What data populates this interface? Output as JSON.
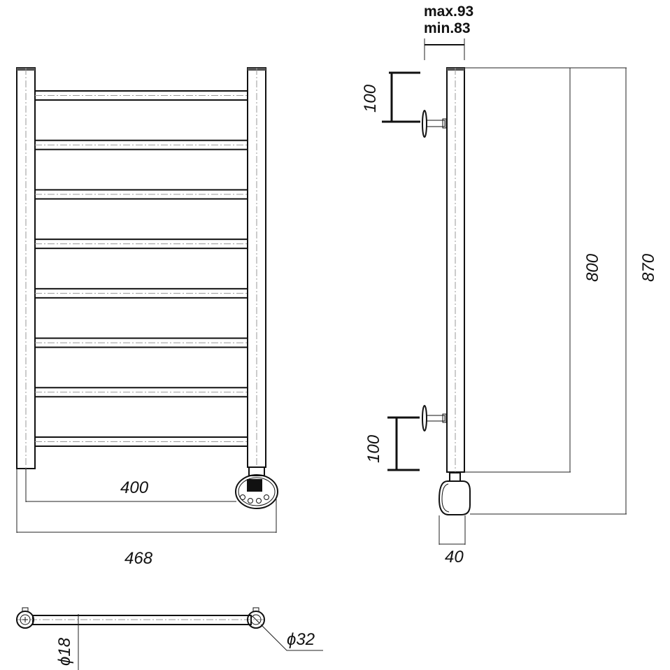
{
  "drawing": {
    "front_view": {
      "width_between_posts": "400",
      "overall_width": "468"
    },
    "side_view": {
      "wall_distance_max": "max.93",
      "wall_distance_min": "min.83",
      "top_bracket_offset": "100",
      "bottom_bracket_offset": "100",
      "height_posts": "800",
      "overall_height": "870",
      "control_depth": "40"
    },
    "top_view": {
      "rung_diameter": "ϕ18",
      "post_diameter": "ϕ32"
    },
    "rung_count": 8
  }
}
